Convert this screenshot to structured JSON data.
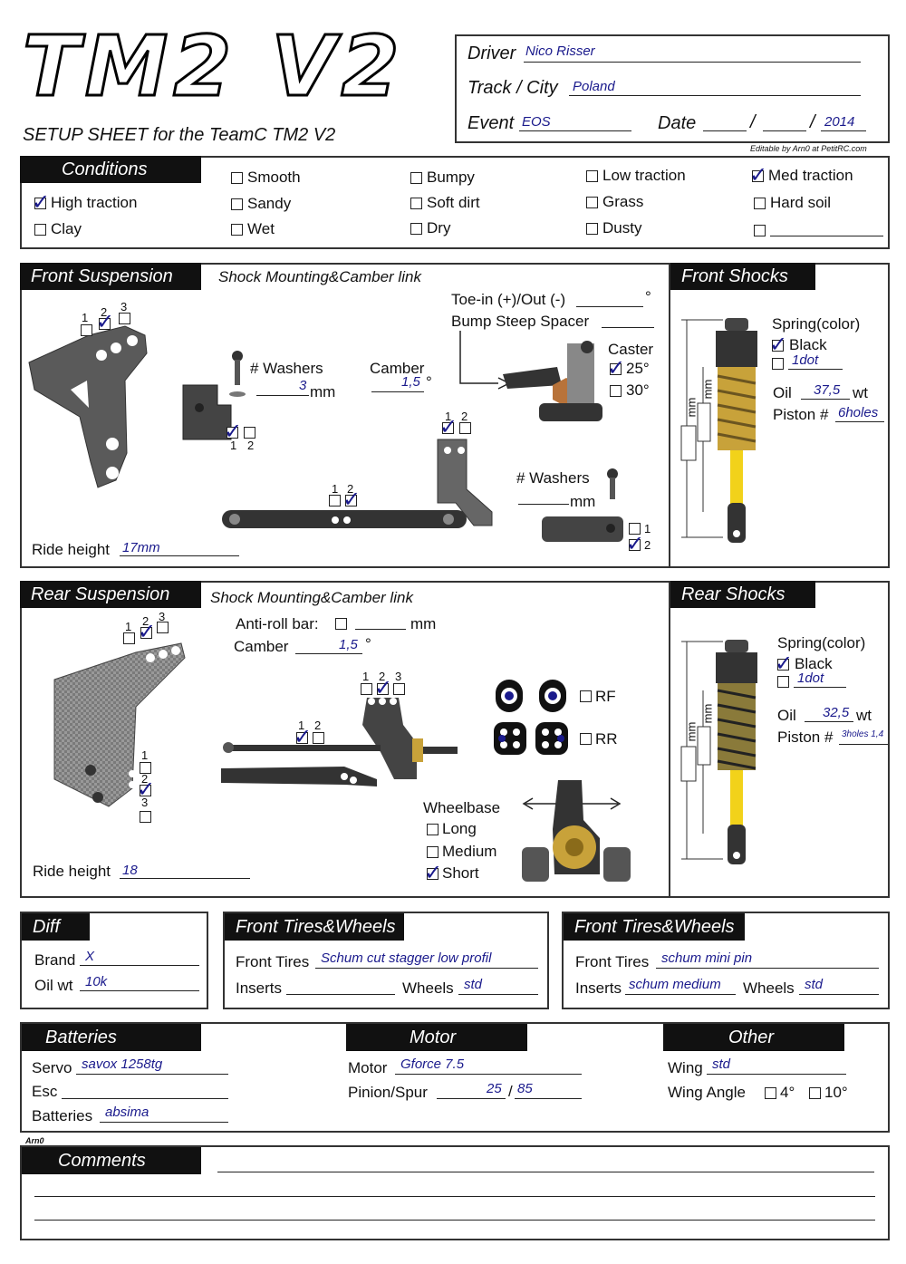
{
  "title": {
    "logo": "TM2 V2",
    "subtitle": "SETUP SHEET for the TeamC TM2 V2",
    "credit": "Editable by Arn0 at PetitRC.com",
    "author_mark": "Arn0"
  },
  "event": {
    "driver_label": "Driver",
    "driver": "Nico Risser",
    "track_label": "Track / City",
    "track": "Poland",
    "event_label": "Event",
    "event": "EOS",
    "date_label": "Date",
    "date_sep1": "/",
    "date_sep2": "/",
    "year": "2014"
  },
  "conditions": {
    "header": "Conditions",
    "options": [
      {
        "label": "Smooth",
        "checked": false
      },
      {
        "label": "Bumpy",
        "checked": false
      },
      {
        "label": "Low traction",
        "checked": false
      },
      {
        "label": "Med traction",
        "checked": true
      },
      {
        "label": "High traction",
        "checked": true
      },
      {
        "label": "Sandy",
        "checked": false
      },
      {
        "label": "Soft dirt",
        "checked": false
      },
      {
        "label": "Grass",
        "checked": false
      },
      {
        "label": "Hard soil",
        "checked": false
      },
      {
        "label": "Clay",
        "checked": false
      },
      {
        "label": "Wet",
        "checked": false
      },
      {
        "label": "Dry",
        "checked": false
      },
      {
        "label": "Dusty",
        "checked": false
      }
    ]
  },
  "front_suspension": {
    "header": "Front Suspension",
    "subheader": "Shock Mounting&Camber link",
    "toe_label": "Toe-in (+)/Out (-)",
    "deg": "°",
    "bump_label": "Bump Steep Spacer",
    "caster_label": "Caster",
    "caster_25": "25°",
    "caster_30": "30°",
    "washers_label": "# Washers",
    "washers_value": "3",
    "mm": "mm",
    "camber_label": "Camber",
    "camber_value": "1,5",
    "washers2_label": "# Washers",
    "ride_label": "Ride height",
    "ride_value": "17mm",
    "n1": "1",
    "n2": "2",
    "n3": "3"
  },
  "front_shocks": {
    "header": "Front Shocks",
    "spring_label": "Spring(color)",
    "spring_color": "Black",
    "spring_extra": "1dot",
    "oil_label": "Oil",
    "oil_value": "37,5",
    "oil_unit": "wt",
    "piston_label": "Piston #",
    "piston_value": "6holes"
  },
  "rear_suspension": {
    "header": "Rear Suspension",
    "subheader": "Shock Mounting&Camber link",
    "antiroll_label": "Anti-roll bar:",
    "mm": "mm",
    "camber_label": "Camber",
    "camber_value": "1,5",
    "deg": "°",
    "rf": "RF",
    "rr": "RR",
    "wheelbase_label": "Wheelbase",
    "wb_long": "Long",
    "wb_medium": "Medium",
    "wb_short": "Short",
    "ride_label": "Ride height",
    "ride_value": "18"
  },
  "rear_shocks": {
    "header": "Rear Shocks",
    "spring_label": "Spring(color)",
    "spring_color": "Black",
    "spring_extra": "1dot",
    "oil_label": "Oil",
    "oil_value": "32,5",
    "oil_unit": "wt",
    "piston_label": "Piston #",
    "piston_value": "3holes 1,4"
  },
  "diff": {
    "header": "Diff",
    "brand_label": "Brand",
    "brand": "X",
    "oil_label": "Oil wt",
    "oil": "10k"
  },
  "tires_front": {
    "header": "Front Tires&Wheels",
    "tires_label": "Front Tires",
    "tires": "Schum cut stagger low profil",
    "inserts_label": "Inserts",
    "inserts": "",
    "wheels_label": "Wheels",
    "wheels": "std"
  },
  "tires_rear": {
    "header": "Front Tires&Wheels",
    "tires_label": "Front Tires",
    "tires": "schum mini pin",
    "inserts_label": "Inserts",
    "inserts": "schum medium",
    "wheels_label": "Wheels",
    "wheels": "std"
  },
  "batteries": {
    "header": "Batteries",
    "servo_label": "Servo",
    "servo": "savox 1258tg",
    "esc_label": "Esc",
    "batt_label": "Batteries",
    "batt": "absima"
  },
  "motor": {
    "header": "Motor",
    "motor_label": "Motor",
    "motor": "Gforce 7.5",
    "pinion_label": "Pinion/Spur",
    "pinion": "25",
    "slash": "/",
    "spur": "85"
  },
  "other": {
    "header": "Other",
    "wing_label": "Wing",
    "wing": "std",
    "angle_label": "Wing Angle",
    "a4": "4°",
    "a10": "10°"
  },
  "comments": {
    "header": "Comments"
  },
  "colors": {
    "ink": "#1a1a8c",
    "part_grey": "#555555",
    "shock_gold": "#c8a23a",
    "shock_yellow": "#f2d21a"
  }
}
